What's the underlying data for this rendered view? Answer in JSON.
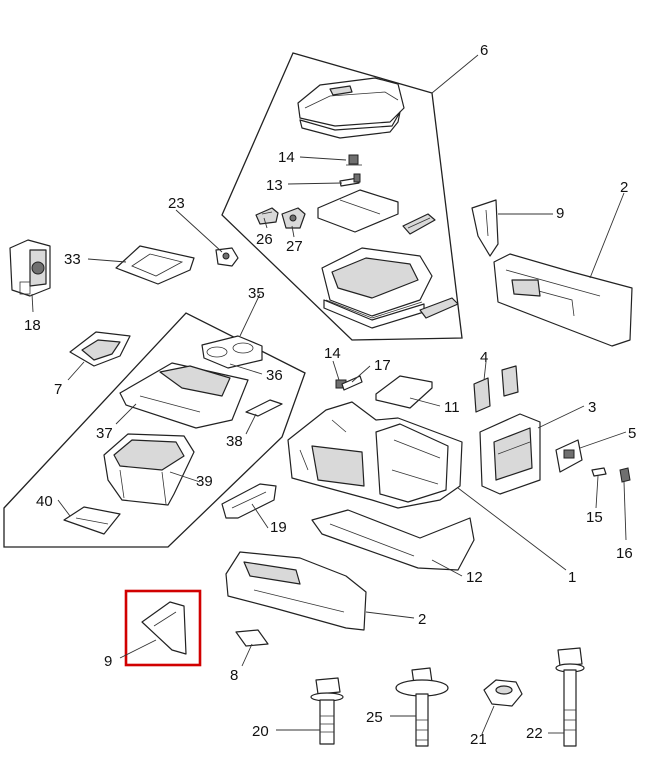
{
  "callouts": {
    "c1": "1",
    "c2a": "2",
    "c2b": "2",
    "c3": "3",
    "c4": "4",
    "c5": "5",
    "c6": "6",
    "c7": "7",
    "c8": "8",
    "c9a": "9",
    "c9b": "9",
    "c11": "11",
    "c12": "12",
    "c13": "13",
    "c14a": "14",
    "c14b": "14",
    "c15": "15",
    "c16": "16",
    "c17": "17",
    "c18": "18",
    "c19": "19",
    "c20": "20",
    "c21": "21",
    "c22": "22",
    "c23": "23",
    "c25": "25",
    "c26": "26",
    "c27": "27",
    "c33": "33",
    "c35": "35",
    "c36": "36",
    "c37": "37",
    "c38": "38",
    "c39": "39",
    "c40": "40"
  },
  "highlight": {
    "part": "9",
    "color": "#d10000"
  }
}
